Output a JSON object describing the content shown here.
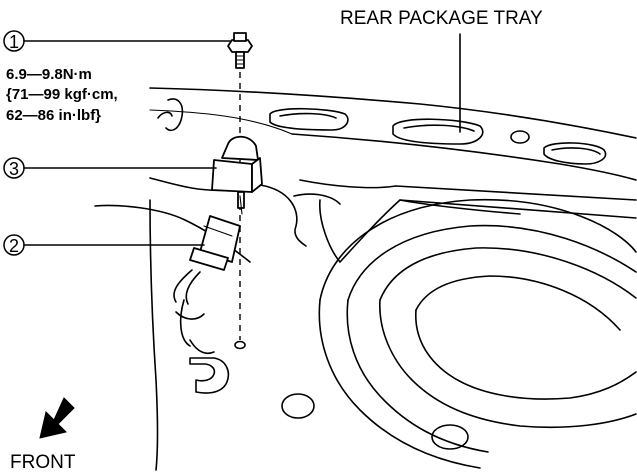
{
  "labels": {
    "tray": "REAR PACKAGE TRAY",
    "front": "FRONT"
  },
  "torque": {
    "line1": "6.9—9.8N·m",
    "line2": "{71—99 kgf·cm,",
    "line3": "62—86 in·lbf}"
  },
  "callouts": [
    {
      "num": "1"
    },
    {
      "num": "2"
    },
    {
      "num": "3"
    }
  ]
}
